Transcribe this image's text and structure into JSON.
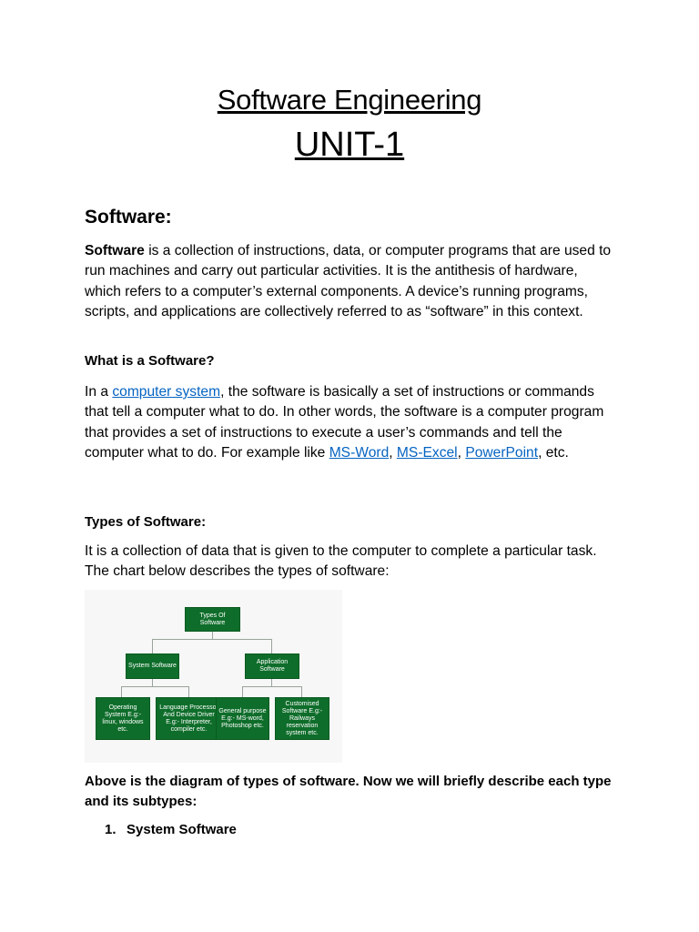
{
  "title": {
    "line1": "Software Engineering",
    "line2": "UNIT-1"
  },
  "section_heading": "Software:",
  "para1": {
    "bold_lead": "Software",
    "text": " is a collection of instructions, data, or computer programs that are used to run machines and carry out particular activities. It is the antithesis of hardware, which refers to a computer’s external components. A device’s running programs, scripts, and applications are collectively referred to as “software” in this context."
  },
  "what_is_heading": "What is a Software?",
  "para2": {
    "t1": "In a ",
    "link1": "computer system",
    "t2": ", the software is basically a set of instructions or commands that tell a computer what to do. In other words, the software is a computer program that provides a set of instructions to execute a user’s commands and tell the computer what to do. For example like ",
    "link2": "MS-Word",
    "t3": ", ",
    "link3": "MS-Excel",
    "t4": ", ",
    "link4": "PowerPoint",
    "t5": ", etc."
  },
  "types_heading": "Types of Software:",
  "para3": "It is a collection of data that is given to the computer to complete a particular task. The chart below describes the types of software:",
  "diagram": {
    "root": "Types Of Software",
    "system": "System Software",
    "application": "Application Software",
    "leaf1": "Operating System E.g:- linux, windows etc.",
    "leaf2": "Language Processor And Device Driver E.g:- Interpreter, compiler etc.",
    "leaf3": "General purpose E.g:- MS-word, Photoshop etc.",
    "leaf4": "Customised Software E.g:- Railways reservation system etc."
  },
  "above_text": "Above is the diagram of types of software. Now we will briefly describe each type and its subtypes:",
  "list": {
    "num": "1.",
    "item1": "System Software"
  },
  "colors": {
    "link": "#0563c1",
    "diagram_box": "#0e6d2a"
  }
}
